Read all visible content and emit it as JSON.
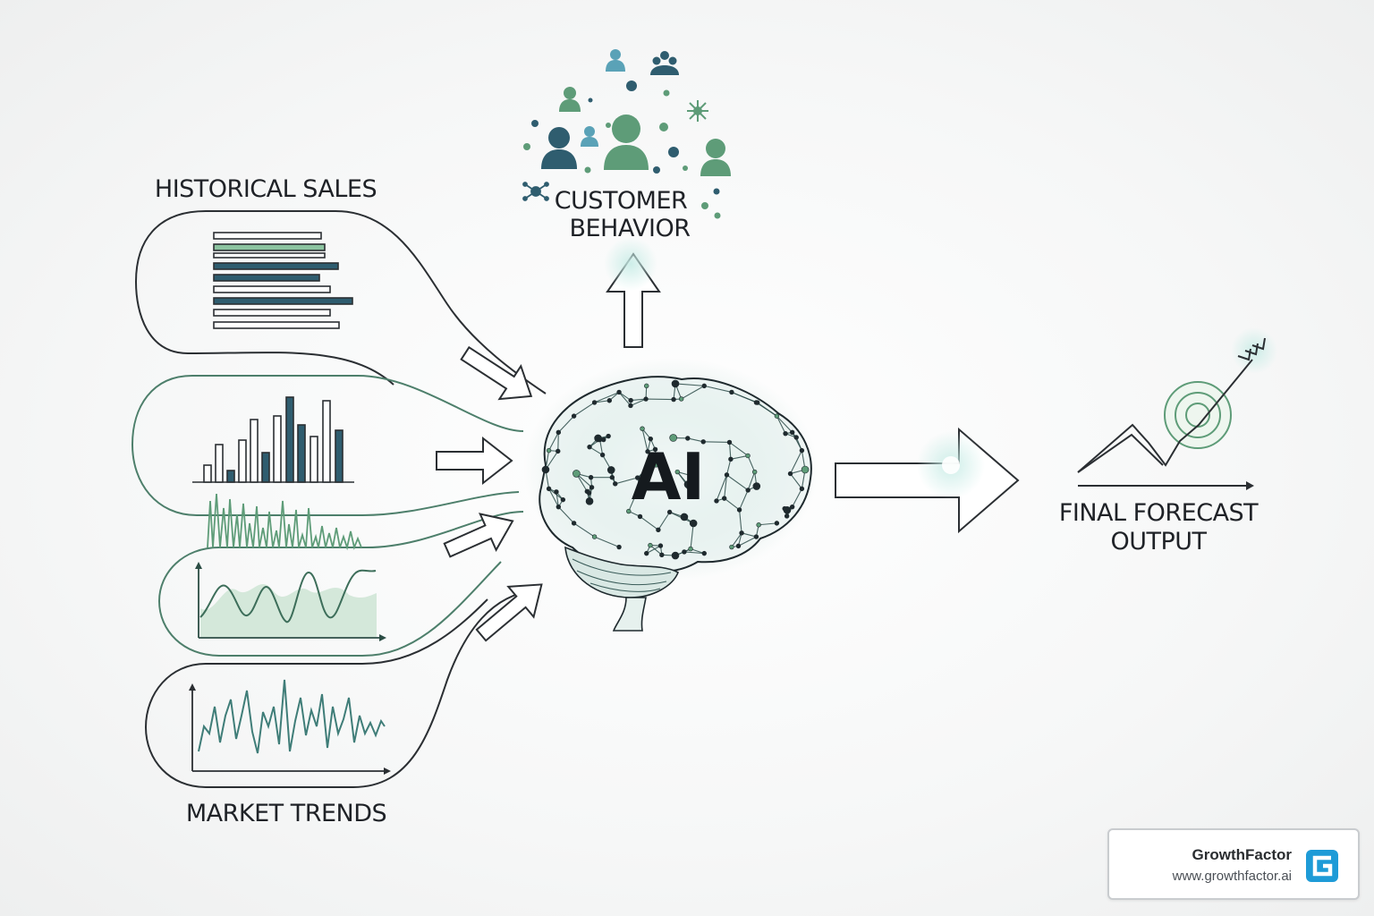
{
  "labels": {
    "historical_sales": "HISTORICAL SALES",
    "customer_behavior_line1": "CUSTOMER",
    "customer_behavior_line2": "BEHAVIOR",
    "market_trends": "MARKET TRENDS",
    "final_forecast_line1": "FINAL FORECAST",
    "final_forecast_line2": "OUTPUT",
    "center": "AI"
  },
  "brand": {
    "name": "GrowthFactor",
    "url": "www.growthfactor.ai",
    "logo_icon": "growthfactor-g-icon"
  },
  "colors": {
    "dark_teal": "#2f5d6f",
    "green": "#5e9c78",
    "light_green": "#8cc4a0",
    "network_teal": "#3f7d78",
    "line": "#2b2f33",
    "logo_blue": "#1e9bd7"
  }
}
